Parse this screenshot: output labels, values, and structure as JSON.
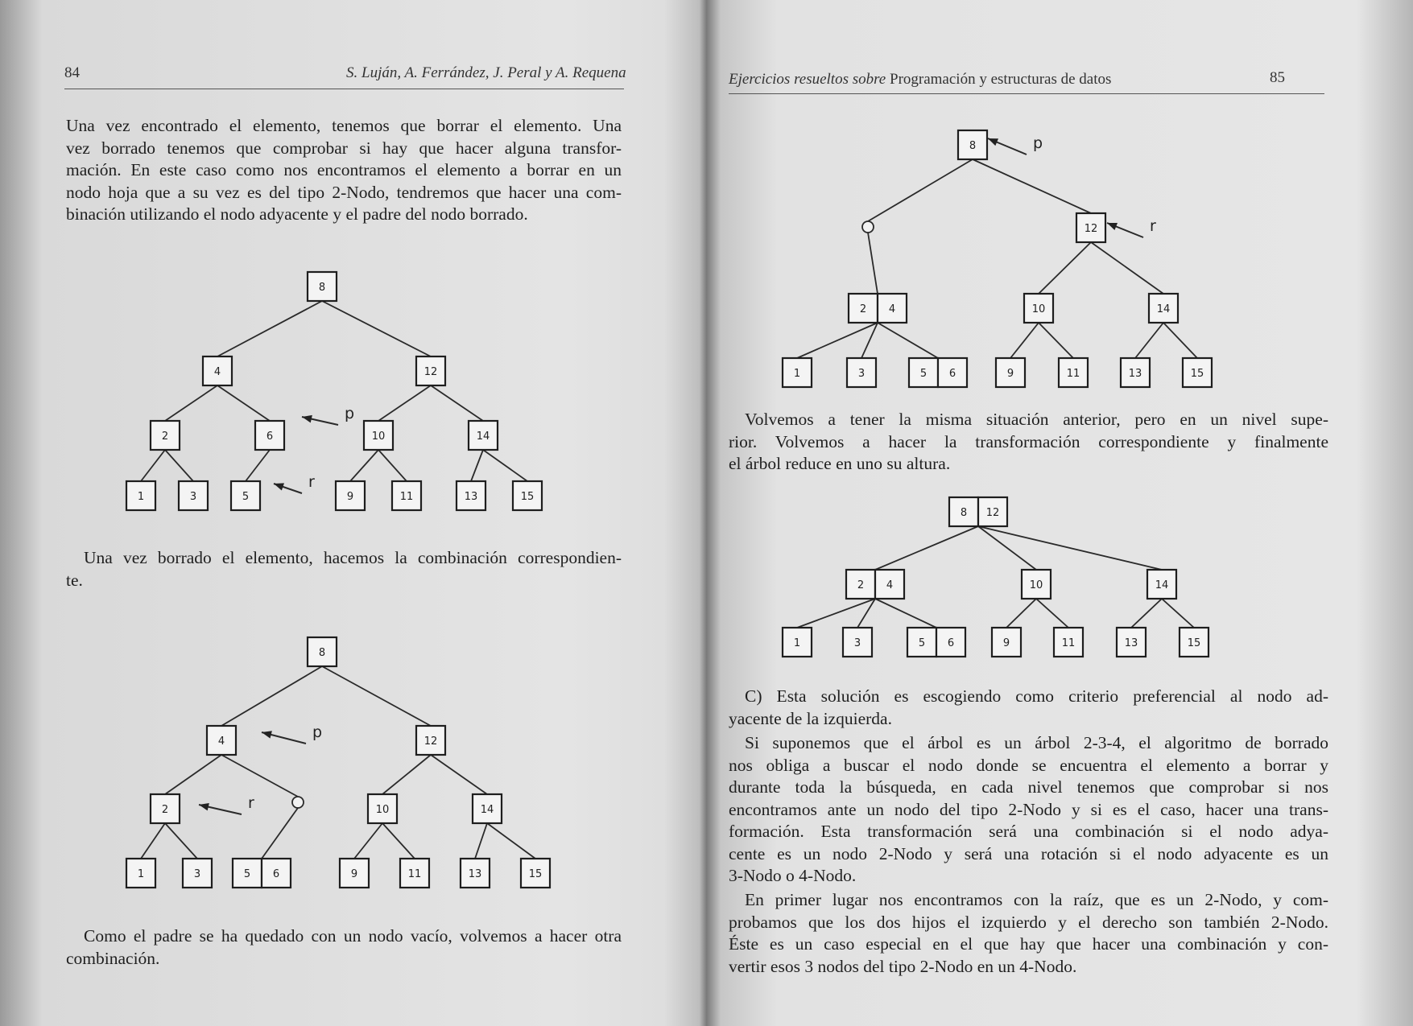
{
  "left": {
    "page_number": "84",
    "running_head": "S. Luján, A. Ferrández, J. Peral y A. Requena",
    "para1": [
      "Una vez encontrado el elemento, tenemos que borrar el elemento. Una",
      "vez borrado tenemos que comprobar si hay que hacer alguna transfor-",
      "mación. En este caso como nos encontramos el elemento a borrar en un",
      "nodo hoja que a su vez es del tipo 2-Nodo, tendremos que hacer una com-",
      "binación utilizando el nodo adyacente y el padre del nodo borrado."
    ],
    "para2": [
      "Una vez borrado el elemento, hacemos la combinación correspondien-",
      "te."
    ],
    "para3": [
      "Como el padre se ha quedado con un nodo vacío, volvemos a hacer otra",
      "combinación."
    ]
  },
  "right": {
    "page_number": "85",
    "running_head_italic": "Ejercicios resueltos sobre",
    "running_head_roman": "Programación y estructuras de datos",
    "para1": [
      "Volvemos a tener la misma situación anterior, pero en un nivel supe-",
      "rior. Volvemos a hacer la transformación correspondiente y finalmente",
      "el árbol reduce en uno su altura."
    ],
    "para2": [
      "C) Esta solución es escogiendo como criterio preferencial al nodo ad-",
      "yacente de la izquierda."
    ],
    "para3": [
      "Si suponemos que el árbol es un árbol 2-3-4, el algoritmo de borrado",
      "nos obliga a buscar el nodo donde se encuentra el elemento a borrar y",
      "durante toda la búsqueda, en cada nivel tenemos que comprobar si nos",
      "encontramos ante un nodo del tipo 2-Nodo y si es el caso, hacer una trans-",
      "formación. Esta transformación será una combinación si el nodo adya-",
      "cente es un nodo 2-Nodo y será una rotación si el nodo adyacente es un",
      "3-Nodo o 4-Nodo."
    ],
    "para4": [
      "En primer lugar nos encontramos con la raíz, que es un 2-Nodo, y com-",
      "probamos que los dos hijos el izquierdo y el derecho son también 2-Nodo.",
      "Éste es un caso especial en el que hay que hacer una combinación y con-",
      "vertir esos 3 nodos del tipo 2-Nodo en un 4-Nodo."
    ]
  },
  "trees": [
    {
      "nodes": [
        {
          "id": "n8",
          "keys": [
            "8"
          ]
        },
        {
          "id": "n4",
          "keys": [
            "4"
          ]
        },
        {
          "id": "n12",
          "keys": [
            "12"
          ]
        },
        {
          "id": "n2",
          "keys": [
            "2"
          ]
        },
        {
          "id": "n6",
          "keys": [
            "6"
          ]
        },
        {
          "id": "n10",
          "keys": [
            "10"
          ]
        },
        {
          "id": "n14",
          "keys": [
            "14"
          ]
        },
        {
          "id": "n1",
          "keys": [
            "1"
          ]
        },
        {
          "id": "n3",
          "keys": [
            "3"
          ]
        },
        {
          "id": "n5",
          "keys": [
            "5"
          ]
        },
        {
          "id": "n9",
          "keys": [
            "9"
          ]
        },
        {
          "id": "n11",
          "keys": [
            "11"
          ]
        },
        {
          "id": "n13",
          "keys": [
            "13"
          ]
        },
        {
          "id": "n15",
          "keys": [
            "15"
          ]
        }
      ],
      "pointers": [
        {
          "label": "p",
          "target": "n6"
        },
        {
          "label": "r",
          "target": "n5"
        }
      ]
    },
    {
      "nodes": [
        {
          "id": "n8",
          "keys": [
            "8"
          ]
        },
        {
          "id": "n4",
          "keys": [
            "4"
          ]
        },
        {
          "id": "n12",
          "keys": [
            "12"
          ]
        },
        {
          "id": "n2",
          "keys": [
            "2"
          ]
        },
        {
          "id": "e",
          "keys": [],
          "empty": true
        },
        {
          "id": "n10",
          "keys": [
            "10"
          ]
        },
        {
          "id": "n14",
          "keys": [
            "14"
          ]
        },
        {
          "id": "n1",
          "keys": [
            "1"
          ]
        },
        {
          "id": "n3",
          "keys": [
            "3"
          ]
        },
        {
          "id": "n56",
          "keys": [
            "5",
            "6"
          ]
        },
        {
          "id": "n9",
          "keys": [
            "9"
          ]
        },
        {
          "id": "n11",
          "keys": [
            "11"
          ]
        },
        {
          "id": "n13",
          "keys": [
            "13"
          ]
        },
        {
          "id": "n15",
          "keys": [
            "15"
          ]
        }
      ],
      "pointers": [
        {
          "label": "p",
          "target": "n4"
        },
        {
          "label": "r",
          "target": "n2"
        }
      ]
    },
    {
      "nodes": [
        {
          "id": "n8",
          "keys": [
            "8"
          ]
        },
        {
          "id": "e",
          "keys": [],
          "empty": true
        },
        {
          "id": "n12",
          "keys": [
            "12"
          ]
        },
        {
          "id": "n24",
          "keys": [
            "2",
            "4"
          ]
        },
        {
          "id": "n10",
          "keys": [
            "10"
          ]
        },
        {
          "id": "n14",
          "keys": [
            "14"
          ]
        },
        {
          "id": "n1",
          "keys": [
            "1"
          ]
        },
        {
          "id": "n3",
          "keys": [
            "3"
          ]
        },
        {
          "id": "n56",
          "keys": [
            "5",
            "6"
          ]
        },
        {
          "id": "n9",
          "keys": [
            "9"
          ]
        },
        {
          "id": "n11",
          "keys": [
            "11"
          ]
        },
        {
          "id": "n13",
          "keys": [
            "13"
          ]
        },
        {
          "id": "n15",
          "keys": [
            "15"
          ]
        }
      ],
      "pointers": [
        {
          "label": "p",
          "target": "n8"
        },
        {
          "label": "r",
          "target": "n12"
        }
      ]
    },
    {
      "nodes": [
        {
          "id": "n812",
          "keys": [
            "8",
            "12"
          ]
        },
        {
          "id": "n24",
          "keys": [
            "2",
            "4"
          ]
        },
        {
          "id": "n10",
          "keys": [
            "10"
          ]
        },
        {
          "id": "n14",
          "keys": [
            "14"
          ]
        },
        {
          "id": "n1",
          "keys": [
            "1"
          ]
        },
        {
          "id": "n3",
          "keys": [
            "3"
          ]
        },
        {
          "id": "n56",
          "keys": [
            "5",
            "6"
          ]
        },
        {
          "id": "n9",
          "keys": [
            "9"
          ]
        },
        {
          "id": "n11",
          "keys": [
            "11"
          ]
        },
        {
          "id": "n13",
          "keys": [
            "13"
          ]
        },
        {
          "id": "n15",
          "keys": [
            "15"
          ]
        }
      ],
      "pointers": []
    }
  ]
}
